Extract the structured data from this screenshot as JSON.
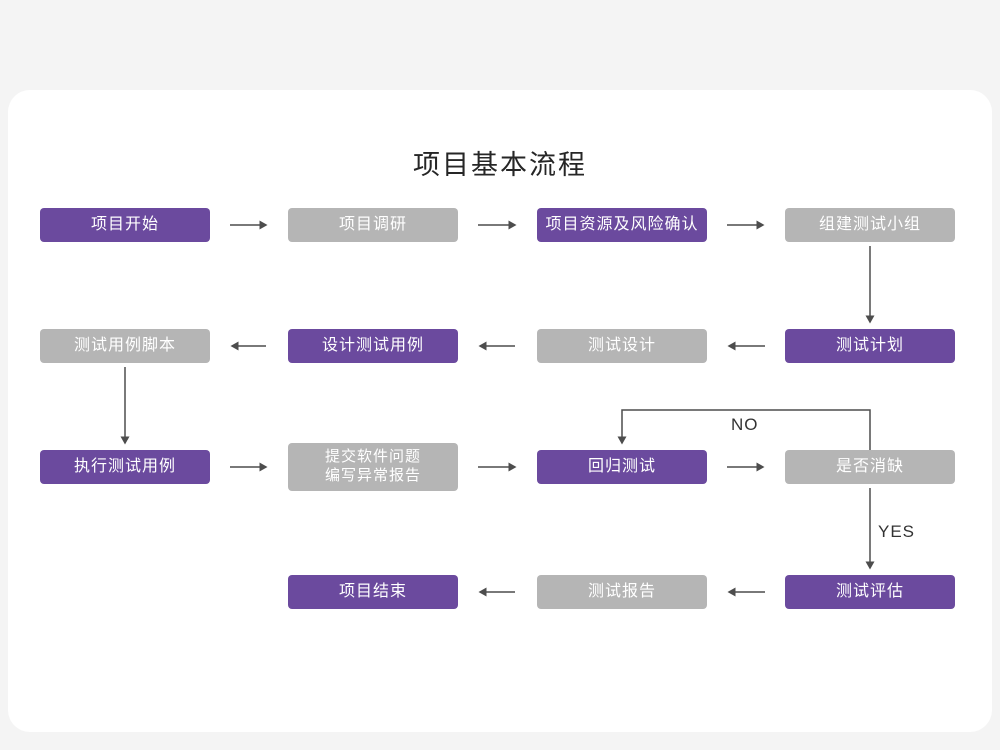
{
  "title": "项目基本流程",
  "colors": {
    "purple": "#6b4a9e",
    "gray": "#b5b5b5",
    "arrow": "#4d4d4d",
    "page_bg": "#f4f4f4",
    "card_bg": "#ffffff",
    "node_text": "#ffffff",
    "title_color": "#262626",
    "edge_label": "#333333"
  },
  "nodes": [
    {
      "label": "项目开始",
      "variant": "purple"
    },
    {
      "label": "项目调研",
      "variant": "gray"
    },
    {
      "label": "项目资源及风险确认",
      "variant": "purple"
    },
    {
      "label": "组建测试小组",
      "variant": "gray"
    },
    {
      "label": "测试用例脚本",
      "variant": "gray"
    },
    {
      "label": "设计测试用例",
      "variant": "purple"
    },
    {
      "label": "测试设计",
      "variant": "gray"
    },
    {
      "label": "测试计划",
      "variant": "purple"
    },
    {
      "label": "执行测试用例",
      "variant": "purple"
    },
    {
      "label": "提交软件问题\n编写异常报告",
      "variant": "gray"
    },
    {
      "label": "回归测试",
      "variant": "purple"
    },
    {
      "label": "是否消缺",
      "variant": "gray"
    },
    {
      "label": "项目结束",
      "variant": "purple"
    },
    {
      "label": "测试报告",
      "variant": "gray"
    },
    {
      "label": "测试评估",
      "variant": "purple"
    }
  ],
  "edge_labels": {
    "no": "NO",
    "yes": "YES"
  }
}
